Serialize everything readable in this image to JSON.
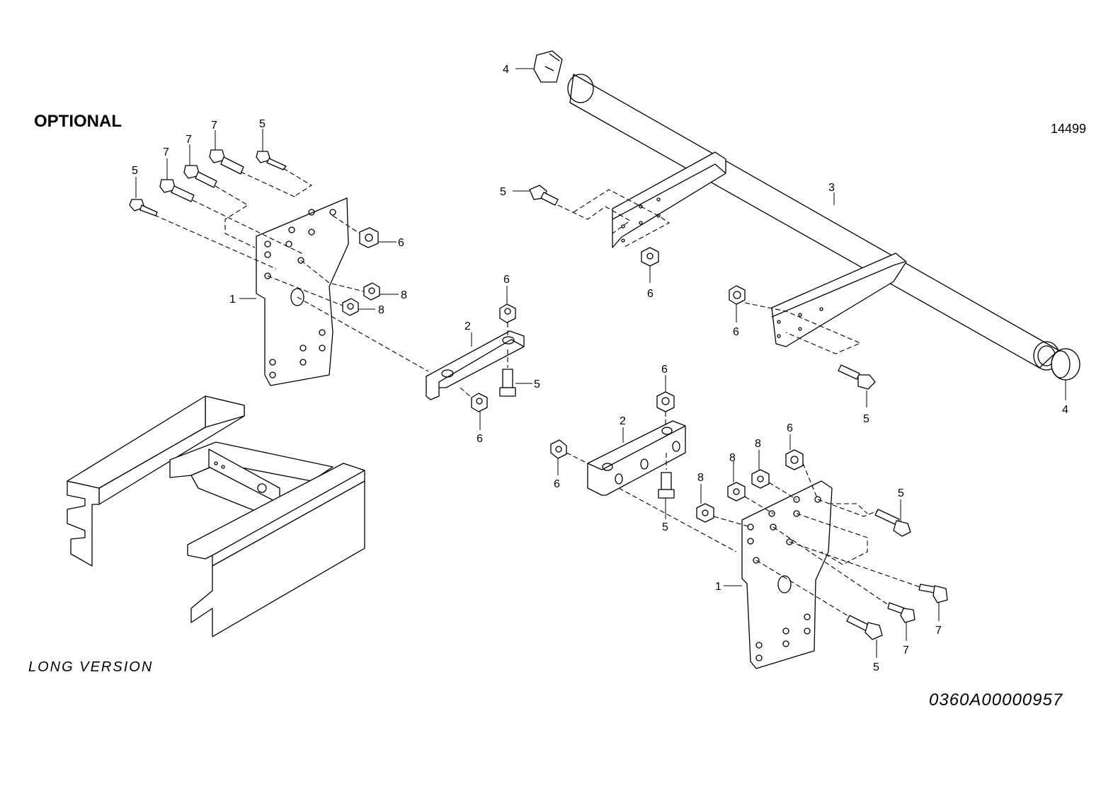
{
  "header": {
    "section_label": "OPTIONAL",
    "reference_number": "14499"
  },
  "footer": {
    "variant_label": "LONG VERSION",
    "document_number": "0360A00000957"
  },
  "callouts": {
    "c_top_4": "4",
    "c_top_5": "5",
    "c_3": "3",
    "c_6a": "6",
    "c_6b": "6",
    "c_5r": "5",
    "c_4r": "4",
    "c_L5a": "5",
    "c_L7a": "7",
    "c_L7b": "7",
    "c_L5b": "5",
    "c_L7c": "7",
    "c_L6": "6",
    "c_L8a": "8",
    "c_L8b": "8",
    "c_L1": "1",
    "c_L2": "2",
    "c_L6b": "6",
    "c_L5c": "5",
    "c_L6c": "6",
    "c_R6a": "6",
    "c_R2": "2",
    "c_R6b": "6",
    "c_R5a": "5",
    "c_R6c": "6",
    "c_R8a": "8",
    "c_R8b": "8",
    "c_R8c": "8",
    "c_R5b": "5",
    "c_R1": "1",
    "c_R7a": "7",
    "c_R7b": "7",
    "c_R5c": "5"
  }
}
